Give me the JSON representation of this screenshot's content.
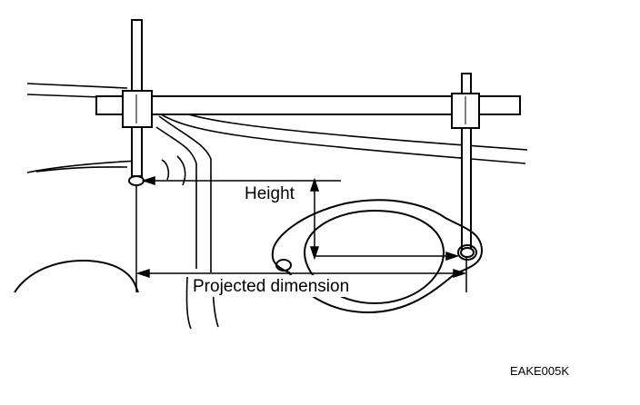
{
  "diagram": {
    "labels": {
      "height": "Height",
      "projected_dimension": "Projected dimension"
    },
    "figure_code": "EAKE005K",
    "colors": {
      "ink": "#000000",
      "paper": "#ffffff"
    }
  }
}
